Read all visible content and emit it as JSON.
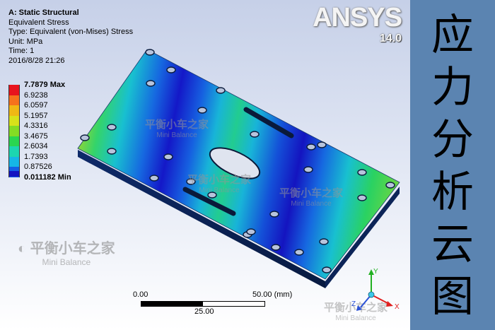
{
  "info": {
    "title": "A: Static Structural",
    "lines": [
      "Equivalent Stress",
      "Type: Equivalent (von-Mises) Stress",
      "Unit: MPa",
      "Time: 1",
      "2016/8/28 21:26"
    ]
  },
  "logo": {
    "brand": "ANSYS",
    "version": "14.0"
  },
  "legend": [
    {
      "label": "7.7879 Max",
      "color": "#e8141e",
      "bold": true
    },
    {
      "label": "6.9238",
      "color": "#f6721c",
      "bold": false
    },
    {
      "label": "6.0597",
      "color": "#f0b814",
      "bold": false
    },
    {
      "label": "5.1957",
      "color": "#d8e21a",
      "bold": false
    },
    {
      "label": "4.3316",
      "color": "#84dc24",
      "bold": false
    },
    {
      "label": "3.4675",
      "color": "#2ad650",
      "bold": false
    },
    {
      "label": "2.6034",
      "color": "#1cd6b0",
      "bold": false
    },
    {
      "label": "1.7393",
      "color": "#16b6e6",
      "bold": false
    },
    {
      "label": "0.87526",
      "color": "#1460e6",
      "bold": false
    },
    {
      "label": "0.011182 Min",
      "color": "#1414c0",
      "bold": true
    }
  ],
  "scale": {
    "start": "0.00",
    "end": "50.00 (mm)",
    "mid": "25.00"
  },
  "axes": {
    "x": "X",
    "y": "Y",
    "z": "Z"
  },
  "watermark": {
    "cn": "平衡小车之家",
    "en": "Mini Balance"
  },
  "side_title": [
    "应",
    "力",
    "分",
    "析",
    "云",
    "图"
  ]
}
